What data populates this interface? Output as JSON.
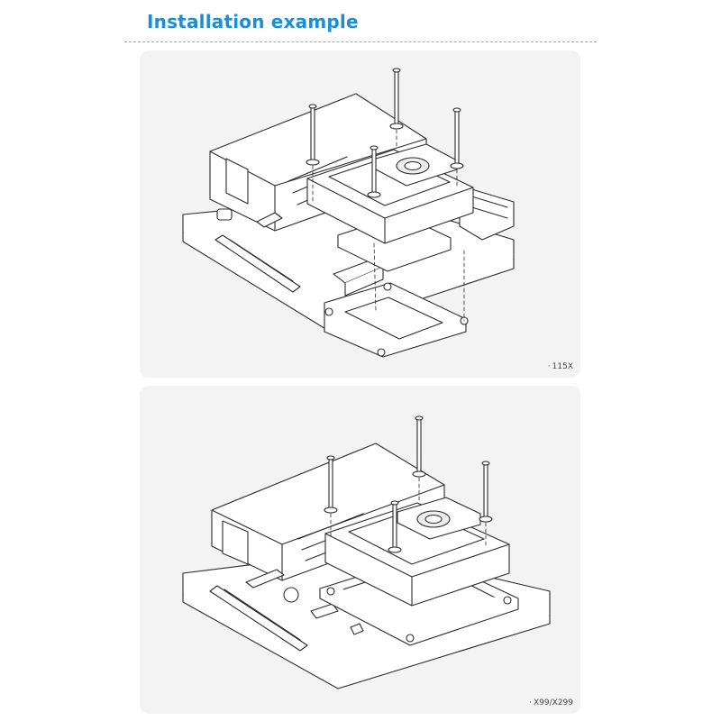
{
  "header": {
    "title": "Installation example"
  },
  "panels": [
    {
      "caption": "115X",
      "illustration_icon": "cpu-waterblock-install-diagram"
    },
    {
      "caption": "X99/X299",
      "illustration_icon": "cpu-waterblock-install-diagram"
    }
  ],
  "colors": {
    "title": "#1a8fd6",
    "panel_background": "#f3f3f3",
    "line_art": "#2b2b2b"
  }
}
